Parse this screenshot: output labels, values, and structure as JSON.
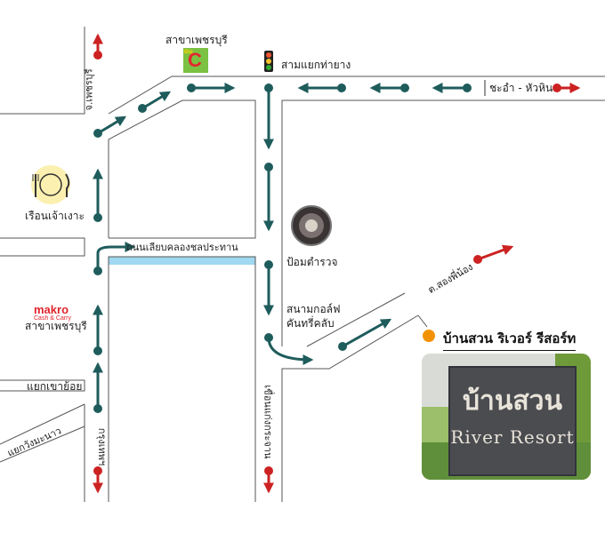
{
  "landmarks": {
    "branch_top": "สาขาเพชรบุรี",
    "three_way": "สามแยกท่ายาง",
    "destination_right": "ชะอำ - หัวหิน",
    "road_left_top": "จ.เพชรบุรี",
    "restaurant": "เรือนเจ้าเงาะ",
    "canal_road": "ถนนเลียบคลองชลประทาน",
    "police_box": "ป้อมตำรวจ",
    "golf_line1": "สนามกอล์ฟ",
    "golf_line2": "คันทรี่คลับ",
    "road_songphinong": "ต.สองพี่น้อง",
    "makro_branch": "สาขาเพชรบุรี",
    "makro_logo": "makro",
    "makro_sub": "Cash & Carry",
    "khao_yoi": "แยกเขาย้อย",
    "wang_manao": "แยกวังมะนาว",
    "road_left_bottom": "กรุงเทพฯ",
    "dam_road": "เขื่อนแก่งกระจาน",
    "bigc_logo": "C",
    "bigc_small": "Big"
  },
  "resort": {
    "title": "บ้านสวน ริเวอร์ รีสอร์ท",
    "sign_thai": "บ้านสวน",
    "sign_english": "River Resort"
  },
  "colors": {
    "road": "#555555",
    "arrow": "#1f5c5c",
    "exit_arrow": "#cc2222",
    "canal": "#9fd8f0",
    "marker": "#f39200"
  }
}
